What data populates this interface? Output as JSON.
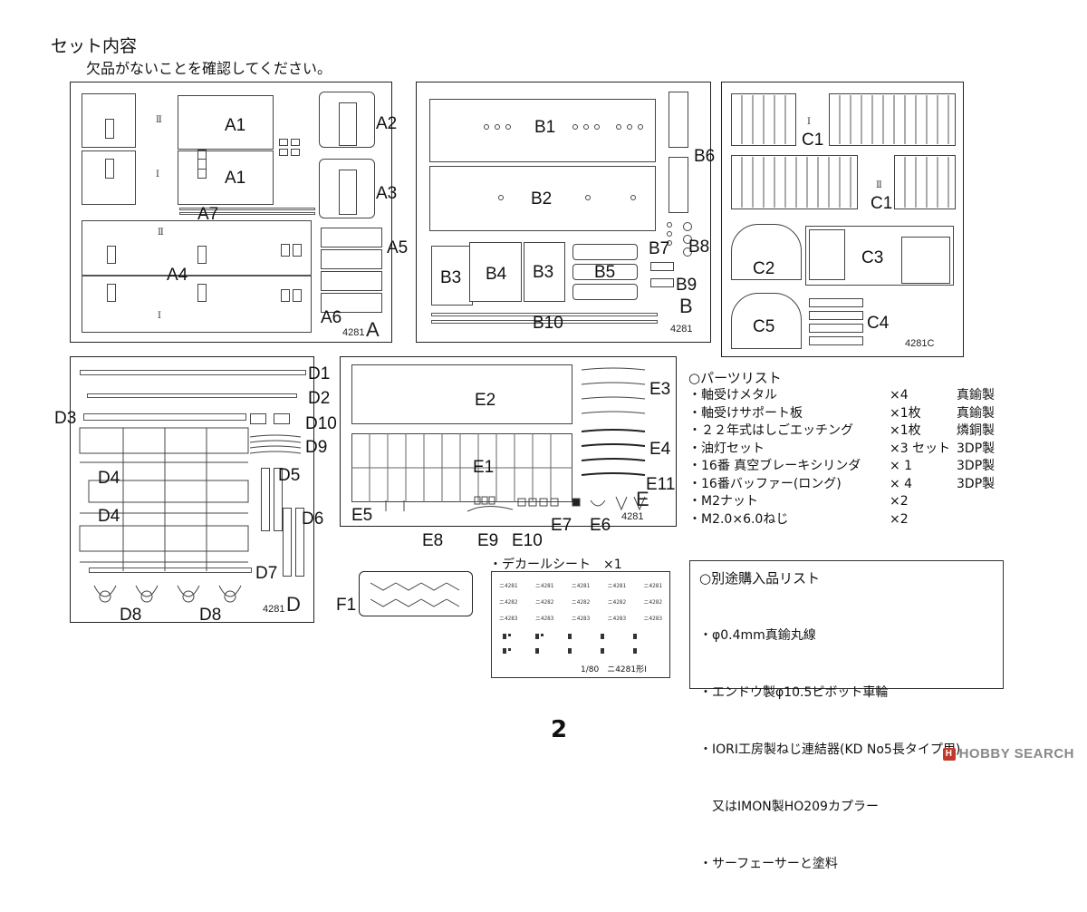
{
  "header": {
    "title": "セット内容",
    "subtitle": "欠品がないことを確認してください。"
  },
  "sheets": {
    "A": {
      "code": "4281",
      "letter": "A",
      "labels": [
        "A1",
        "A1",
        "A2",
        "A3",
        "A7",
        "A4",
        "A5",
        "A6"
      ],
      "romans": [
        "Ⅱ",
        "Ⅰ",
        "Ⅱ",
        "Ⅰ"
      ]
    },
    "B": {
      "code": "4281",
      "letter": "B",
      "labels": [
        "B1",
        "B2",
        "B6",
        "B7",
        "B8",
        "B9",
        "B3",
        "B4",
        "B3",
        "B5",
        "B10"
      ]
    },
    "C": {
      "code": "4281C",
      "labels": [
        "C1",
        "C1",
        "C2",
        "C3",
        "C5",
        "C4"
      ],
      "romans": [
        "Ⅰ",
        "Ⅱ"
      ]
    },
    "D": {
      "code": "4281",
      "letter": "D",
      "labels": [
        "D1",
        "D2",
        "D3",
        "D10",
        "D9",
        "D4",
        "D5",
        "D4",
        "D6",
        "D7",
        "D8",
        "D8"
      ]
    },
    "E": {
      "code": "4281",
      "letter": "E",
      "labels": [
        "E2",
        "E3",
        "E4",
        "E1",
        "E11",
        "E5",
        "E6",
        "E7",
        "E8",
        "E9",
        "E10"
      ]
    },
    "F": {
      "label": "F1"
    }
  },
  "parts_list": {
    "heading": "○パーツリスト",
    "items": [
      {
        "name": "・軸受けメタル",
        "qty": "×4",
        "material": "真鍮製"
      },
      {
        "name": "・軸受けサポート板",
        "qty": "×1枚",
        "material": "真鍮製"
      },
      {
        "name": "・２２年式はしごエッチング",
        "qty": "×1枚",
        "material": "燐銅製"
      },
      {
        "name": "・油灯セット",
        "qty": "×3 セット",
        "material": "3DP製"
      },
      {
        "name": "・16番 真空ブレーキシリンダ",
        "qty": "× 1",
        "material": "3DP製"
      },
      {
        "name": "・16番バッファー(ロング)",
        "qty": "× 4",
        "material": "3DP製"
      },
      {
        "name": "・M2ナット",
        "qty": "×2",
        "material": ""
      },
      {
        "name": "・M2.0×6.0ねじ",
        "qty": "×2",
        "material": ""
      }
    ]
  },
  "decal": {
    "title": "・デカールシート　×1",
    "footer": "1/80　ニ4281形Ⅰ",
    "rows": [
      [
        "ニ4281",
        "ニ4281",
        "ニ4281",
        "ニ4281",
        "ニ4281"
      ],
      [
        "ニ4282",
        "ニ4282",
        "ニ4282",
        "ニ4282",
        "ニ4282"
      ],
      [
        "ニ4283",
        "ニ4283",
        "ニ4283",
        "ニ4283",
        "ニ4283"
      ]
    ]
  },
  "separate_list": {
    "heading": "○別途購入品リスト",
    "items": [
      "・φ0.4mm真鍮丸線",
      "・エンドウ製φ10.5ピボット車輪",
      "・IORI工房製ねじ連結器(KD No5長タイプ用)",
      "　又はIMON製HO209カプラー",
      "・サーフェーサーと塗料"
    ]
  },
  "page_number": "2",
  "watermark": "HOBBY SEARCH",
  "colors": {
    "line": "#222222",
    "text": "#111111",
    "watermark": "#888888",
    "watermark_icon": "#c0392b"
  }
}
